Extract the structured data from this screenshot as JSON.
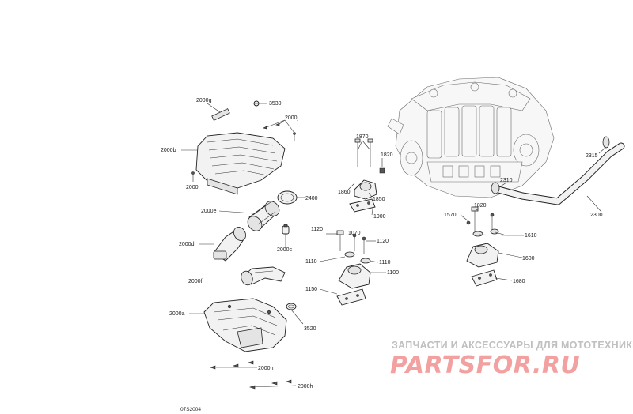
{
  "figure_code": "07S2004",
  "watermark": {
    "tagline": "ЗАПЧАСТИ И АКСЕССУАРЫ ДЛЯ МОТОТЕХНИКИ",
    "site": "PARTSFOR.RU"
  },
  "callouts": {
    "c2000g": "2000g",
    "c3530": "3530",
    "c2000j_top": "2000j",
    "c2000b": "2000b",
    "c2000j_left": "2000j",
    "c2400": "2400",
    "c2000e": "2000e",
    "c2000c": "2000c",
    "c2000d": "2000d",
    "c2000f": "2000f",
    "c2000a": "2000a",
    "c3520": "3520",
    "c2000h_1": "2000h",
    "c2000h_2": "2000h",
    "c1870": "1870",
    "c1820_a": "1820",
    "c1860": "1860",
    "c1850": "1850",
    "c1900": "1900",
    "c1120_a": "1120",
    "c1070": "1070",
    "c1120_b": "1120",
    "c1110_a": "1110",
    "c1110_b": "1110",
    "c1100": "1100",
    "c1150": "1150",
    "c2315": "2315",
    "c2310": "2310",
    "c2300": "2300",
    "c1820_b": "1820",
    "c1570": "1570",
    "c1610": "1610",
    "c1600": "1600",
    "c1680": "1680"
  }
}
